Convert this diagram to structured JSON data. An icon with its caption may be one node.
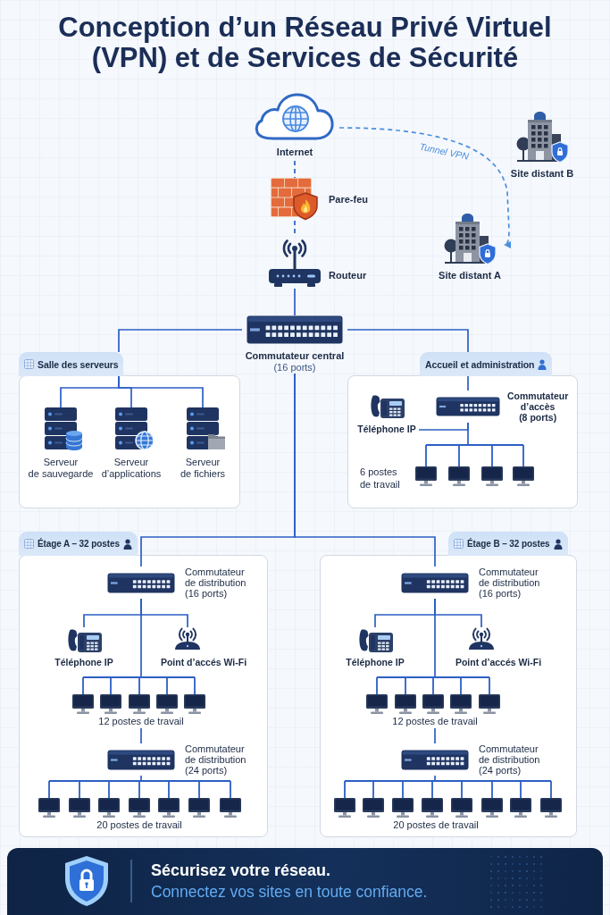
{
  "diagram": {
    "title": "Conception d’un Réseau Privé Virtuel (VPN) et de Services de Sécurité",
    "nodes": [
      {
        "text": [
          "Internet"
        ]
      },
      {
        "text": [
          "Pare-feu"
        ]
      },
      {
        "text": [
          "Routeur"
        ]
      },
      {
        "text": [
          "Site distant B"
        ]
      },
      {
        "text": [
          "Site distant A"
        ]
      },
      {
        "text": [
          "Commutateur central",
          "(16 ports)"
        ]
      },
      {
        "text": [
          "Salle des serveurs"
        ]
      },
      {
        "text": [
          "Serveur de sauvegarde"
        ],
        "in": 6
      },
      {
        "text": [
          "Serveur d’applications"
        ],
        "in": 6
      },
      {
        "text": [
          "Serveur de fichiers"
        ],
        "in": 6
      },
      {
        "text": [
          "Accueil et administration"
        ]
      },
      {
        "text": [
          "Téléphone IP"
        ],
        "in": 10
      },
      {
        "text": [
          "Commutateur d’accès (8 ports)"
        ],
        "in": 10
      },
      {
        "text": [
          "6 postes de travail"
        ],
        "in": 10
      },
      {
        "text": [
          "Étage A – 32 postes"
        ]
      },
      {
        "text": [
          "Commutateur de distribution (16 ports)"
        ],
        "in": 14
      },
      {
        "text": [
          "Téléphone IP"
        ],
        "in": 14
      },
      {
        "text": [
          "Point d’accés Wi-Fi"
        ],
        "in": 14
      },
      {
        "text": [
          "12 postes de travail"
        ],
        "in": 14
      },
      {
        "text": [
          "Commutateur de distribution (24 ports)"
        ],
        "in": 14
      },
      {
        "text": [
          "20 postes de travail"
        ],
        "in": 14
      },
      {
        "text": [
          "Étage B – 32 postes"
        ]
      },
      {
        "text": [
          "Commutateur de distribution (16 ports)"
        ],
        "in": 21
      },
      {
        "text": [
          "Téléphone IP"
        ],
        "in": 21
      },
      {
        "text": [
          "Point d’accés Wi-Fi"
        ],
        "in": 21
      },
      {
        "text": [
          "12 postes de travail"
        ],
        "in": 21
      },
      {
        "text": [
          "Commutateur de distribution (24 ports)"
        ],
        "in": 21
      },
      {
        "text": [
          "20 postes de travail"
        ],
        "in": 21
      },
      {
        "text": [
          "Sécurisez votre réseau.",
          "Connectez vos sites en toute confiance."
        ]
      }
    ],
    "edges": [
      {
        "from": 0,
        "to": 1,
        "arrow": "none",
        "style": "dashed"
      },
      {
        "from": 1,
        "to": 2,
        "arrow": "none",
        "style": "dashed"
      },
      {
        "from": 2,
        "to": 5,
        "arrow": "none"
      },
      {
        "from": 0,
        "to": 4,
        "arrow": "to",
        "label": "Tunnel VPN",
        "style": "dashed",
        "color": "#4a8fdf"
      },
      {
        "from": 5,
        "to": 6,
        "arrow": "none"
      },
      {
        "from": 6,
        "to": 7,
        "arrow": "none"
      },
      {
        "from": 6,
        "to": 8,
        "arrow": "none"
      },
      {
        "from": 6,
        "to": 9,
        "arrow": "none"
      },
      {
        "from": 5,
        "to": 10,
        "arrow": "none"
      },
      {
        "from": 10,
        "to": 12,
        "arrow": "none"
      },
      {
        "from": 12,
        "to": 11,
        "arrow": "none"
      },
      {
        "from": 12,
        "to": 13,
        "arrow": "none"
      },
      {
        "from": 5,
        "to": 15,
        "arrow": "none"
      },
      {
        "from": 15,
        "to": 16,
        "arrow": "none"
      },
      {
        "from": 15,
        "to": 17,
        "arrow": "none"
      },
      {
        "from": 15,
        "to": 18,
        "arrow": "none"
      },
      {
        "from": 18,
        "to": 19,
        "arrow": "none"
      },
      {
        "from": 19,
        "to": 20,
        "arrow": "none"
      },
      {
        "from": 5,
        "to": 22,
        "arrow": "none"
      },
      {
        "from": 22,
        "to": 23,
        "arrow": "none"
      },
      {
        "from": 22,
        "to": 24,
        "arrow": "none"
      },
      {
        "from": 22,
        "to": 25,
        "arrow": "none"
      },
      {
        "from": 25,
        "to": 26,
        "arrow": "none"
      },
      {
        "from": 26,
        "to": 27,
        "arrow": "none"
      }
    ]
  }
}
